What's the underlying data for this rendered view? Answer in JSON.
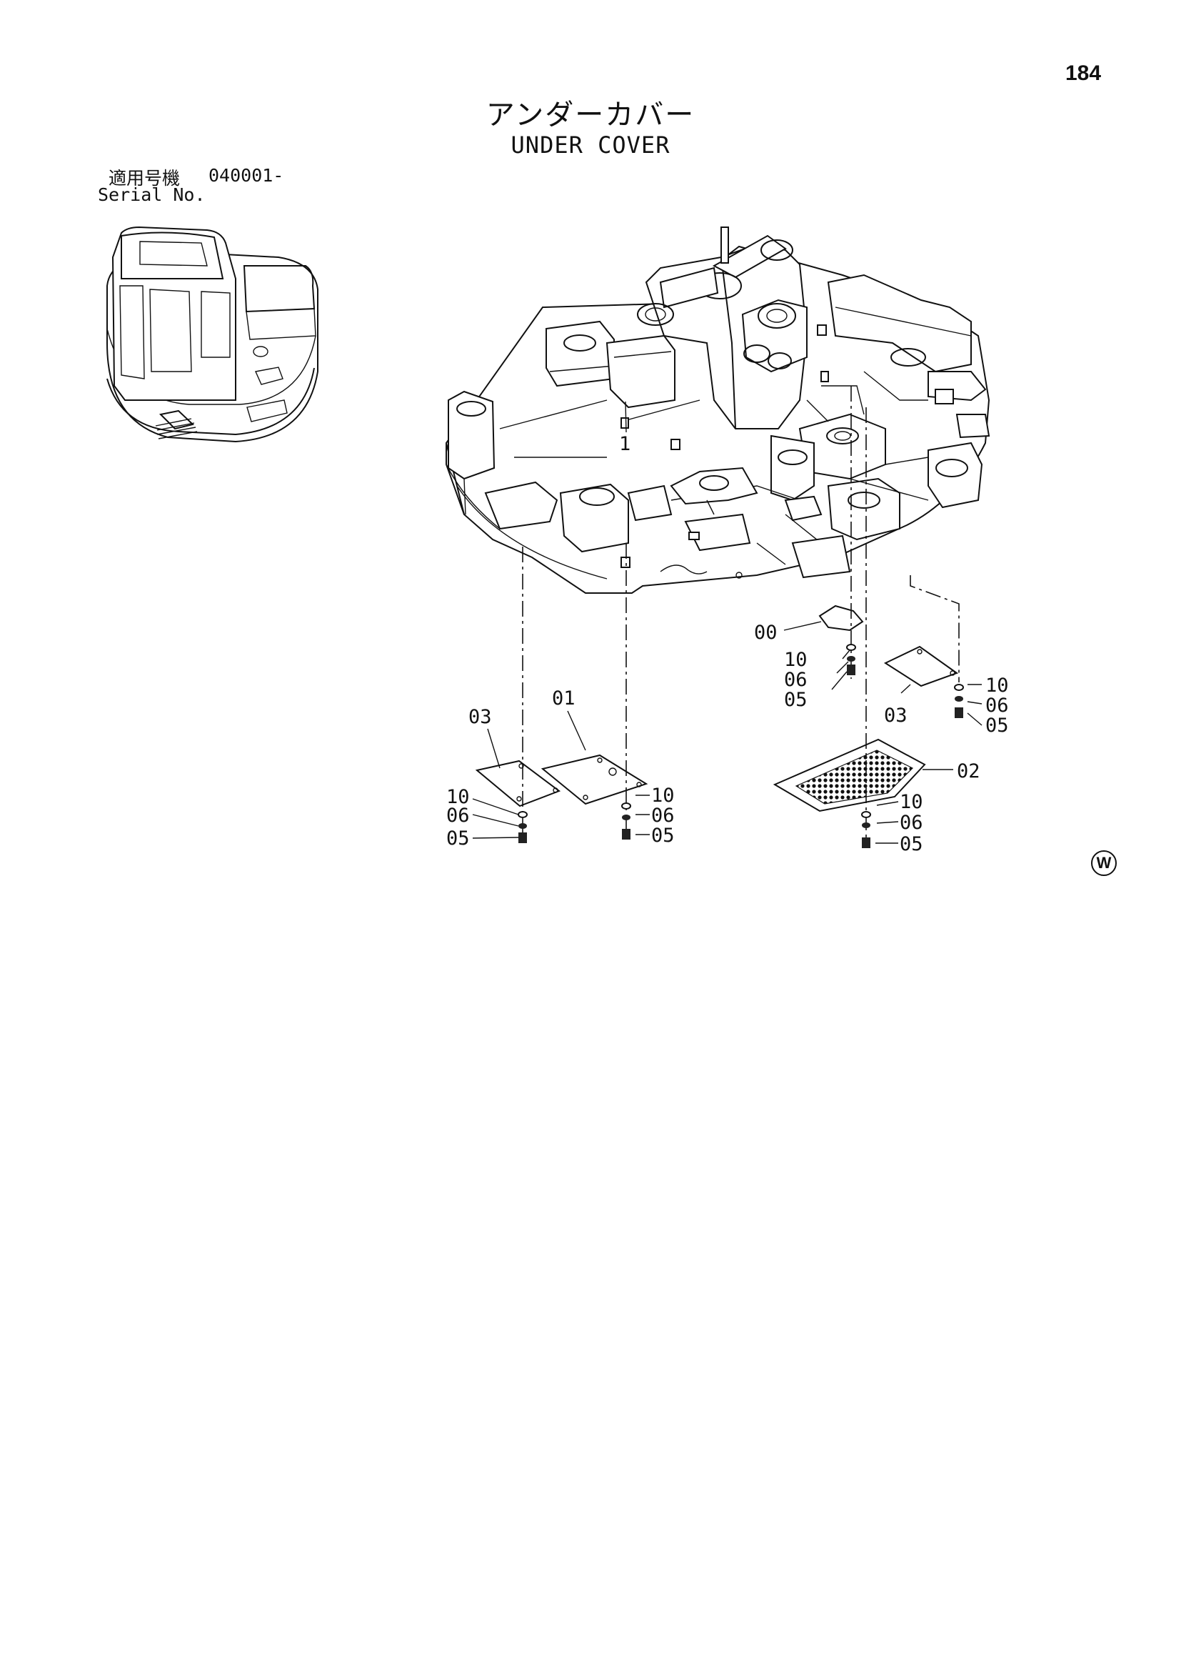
{
  "page_number": "184",
  "title_ja": "アンダーカバー",
  "title_en": "UNDER COVER",
  "serial": {
    "label_ja": "適用号機",
    "value": "040001-",
    "label_en": "Serial No."
  },
  "callouts": {
    "frame": "1",
    "c00": "00",
    "c01": "01",
    "c02": "02",
    "c03_left": "03",
    "c03_right": "03",
    "c05": "05",
    "c06": "06",
    "c10": "10"
  },
  "mark": "W"
}
